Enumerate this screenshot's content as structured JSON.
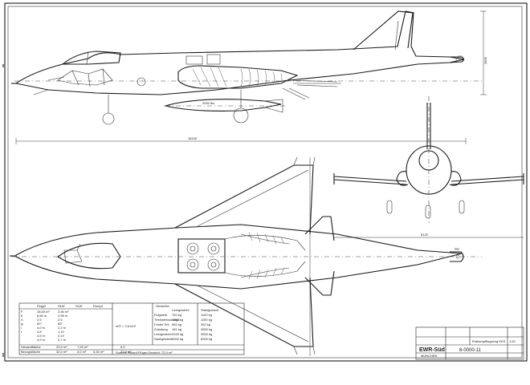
{
  "drawing": {
    "dim_length": "18150",
    "dim_height": "3600",
    "dim_span": "8120",
    "bomb_label": "2000 lbs",
    "tail_code": "RR"
  },
  "title_block": {
    "firm": "EWR-Süd",
    "subtitle": "MÜNCHEN",
    "designation": "Erdkampfflugzeug EES",
    "drawing_number": "8-0000-11",
    "scale": "1:20"
  },
  "data_table": {
    "headers": [
      "",
      "Flügel",
      "HLW",
      "SLW",
      "Rumpf"
    ],
    "rows": [
      [
        "F",
        "18,60 m²",
        "3,46 m²",
        "",
        ""
      ],
      [
        "b",
        "8,60 m",
        "2,95 m",
        "",
        ""
      ],
      [
        "Λ",
        "2,5",
        "2,5",
        "",
        ""
      ],
      [
        "φ",
        "60°",
        "65°",
        "",
        ""
      ],
      [
        "l",
        "4,0 m",
        "2,2 m",
        "",
        ""
      ],
      [
        "t",
        "4,8",
        "1,10",
        "",
        ""
      ],
      [
        "",
        "4,5 m",
        "2,19",
        "",
        ""
      ],
      [
        "",
        "4,9 m",
        "2,7 m",
        "",
        ""
      ]
    ],
    "footer_rows": [
      [
        "Gesamtfläche",
        "23,9 m²",
        "7,53 m²",
        "",
        "6,5"
      ],
      [
        "Bezugsfläche",
        "32,0 m²",
        "3,0 m²",
        "5,30 m²",
        "72,9 m²"
      ]
    ],
    "weights_title": "Gewichte",
    "weights_headers": [
      "",
      "Leergewicht",
      "Startgewicht"
    ],
    "weights_rows": [
      [
        "Flugwerk",
        "762 kg",
        "1100 kg"
      ],
      [
        "Triebwerksanlage",
        "1190 kg",
        "1150 kg"
      ],
      [
        "Fester Teil",
        "362 kg",
        "362 kg"
      ],
      [
        "Zuladung",
        "181 kg",
        "2800 kg"
      ],
      [
        "Leergewicht",
        "3100 kg",
        "3900 kg"
      ],
      [
        "Startgewicht",
        "6000 kg",
        "6900 kg"
      ]
    ],
    "side_note": "m/F = 2,6 t/m²"
  },
  "footer": {
    "bottom_total": "Summe Rumpf-Flügel-Gewicht: 72,9 m²"
  }
}
